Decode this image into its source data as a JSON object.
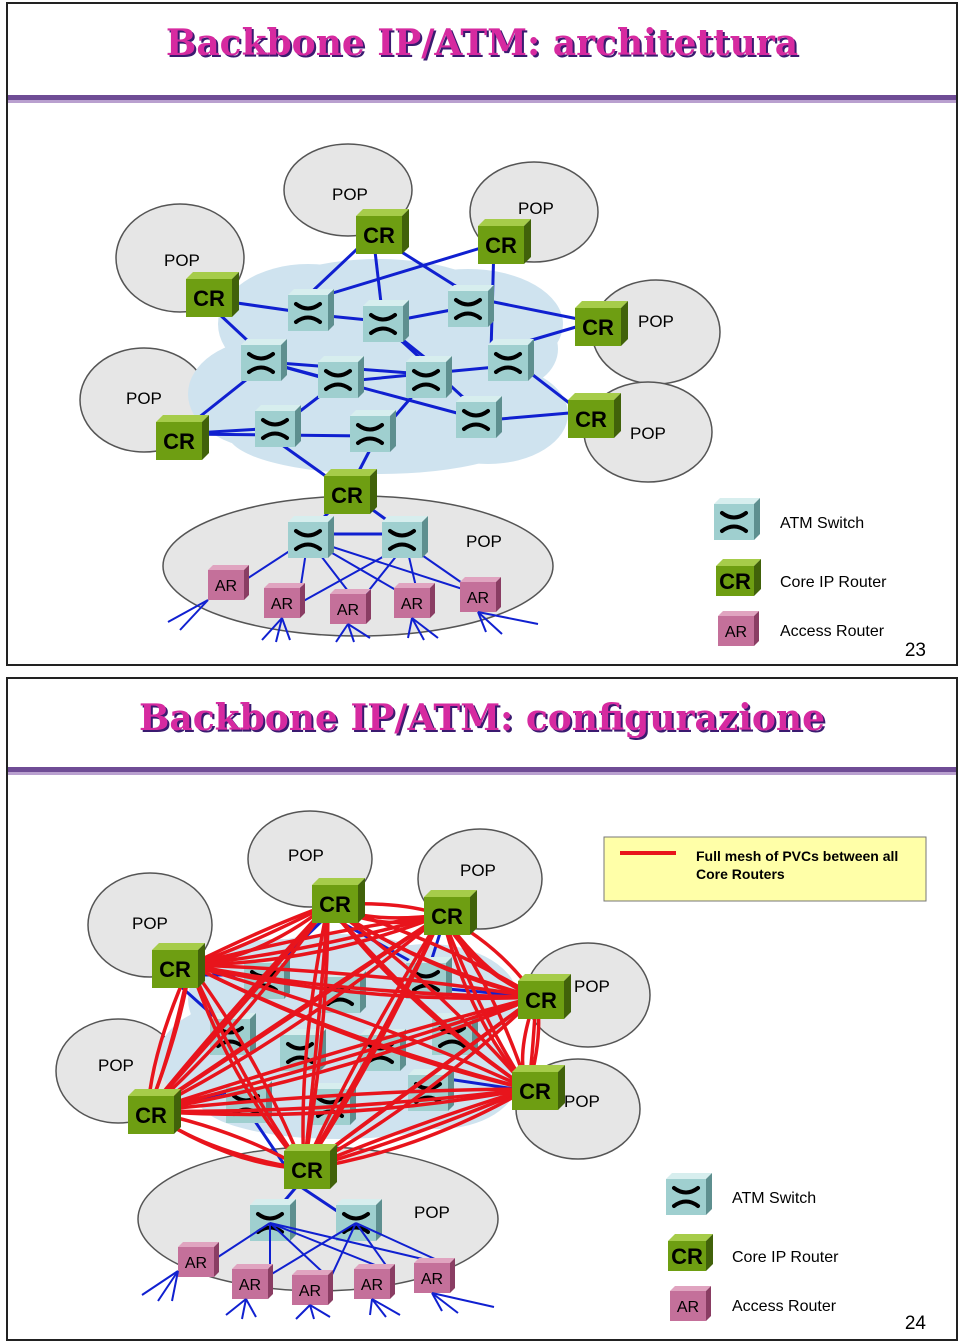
{
  "slide1": {
    "title": "Backbone IP/ATM: architettura",
    "page_number": "23",
    "pop_label": "POP",
    "cr_label": "CR",
    "ar_label": "AR",
    "legend": {
      "atm_switch": "ATM Switch",
      "core_router": "Core IP Router",
      "access_router": "Access Router"
    }
  },
  "slide2": {
    "title": "Backbone IP/ATM: configurazione",
    "page_number": "24",
    "pop_label": "POP",
    "cr_label": "CR",
    "ar_label": "AR",
    "mesh_note_line1": "Full mesh of PVCs between all",
    "mesh_note_line2": "Core Routers",
    "legend": {
      "atm_switch": "ATM Switch",
      "core_router": "Core IP Router",
      "access_router": "Access Router"
    }
  },
  "colors": {
    "title": "#d62aa0",
    "router_green": "#6e9e12",
    "ar_pink": "#c4709a",
    "switch_teal": "#9fcfcf",
    "link_blue": "#1020d0",
    "pvc_red": "#e8141c",
    "cloud": "#cfe3ef",
    "pop_gray": "#e6e6e6",
    "note_yellow": "#ffffa8"
  }
}
